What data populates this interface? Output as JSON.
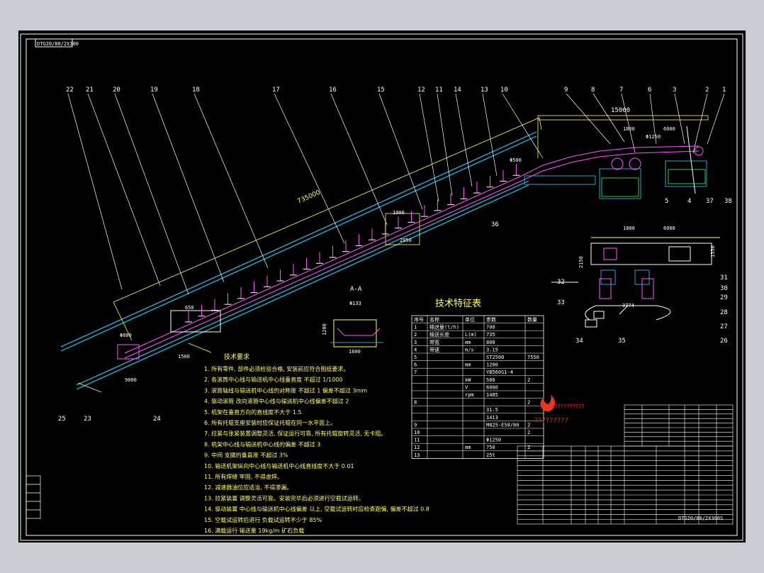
{
  "drawing_code_top": "DTGZ0/80/2X300",
  "balloon_numbers_top": [
    "22",
    "21",
    "20",
    "19",
    "18",
    "17",
    "16",
    "15",
    "12",
    "11",
    "14",
    "13",
    "10",
    "9",
    "8",
    "7",
    "6",
    "3",
    "2",
    "1"
  ],
  "balloon_numbers_right": [
    "5",
    "4",
    "37",
    "38",
    "32",
    "33",
    "34",
    "35",
    "31",
    "30",
    "29",
    "28",
    "27",
    "26"
  ],
  "balloon_numbers_left": [
    "25",
    "23",
    "24",
    "36"
  ],
  "dimensions": {
    "total_length": "735000",
    "head_span": "15000",
    "head_1800": "1800",
    "head_6000": "6000",
    "dia_1250": "Φ1250",
    "dia_500": "Φ500",
    "dia_800": "Φ800",
    "dim_1000": "1000",
    "dim_2050": "2050",
    "dim_1500": "1500",
    "dim_9000": "9000",
    "dim_650": "650",
    "plan_1800": "1800",
    "plan_6000": "6000",
    "plan_3774": "3774",
    "plan_2150": "2150",
    "plan_1550": "1550"
  },
  "section_view": {
    "title": "A-A",
    "dim_top": "Φ133",
    "dim_side": "1200",
    "dim_bottom": "1600"
  },
  "tech_table": {
    "title": "技术特征表",
    "headers": [
      "序号",
      "名称",
      "单位",
      "参数",
      "数量"
    ],
    "rows": [
      [
        "1",
        "输送量(t/h)",
        "",
        "700",
        ""
      ],
      [
        "2",
        "输送长度",
        "L(m)",
        "735",
        ""
      ],
      [
        "3",
        "带宽",
        "mm",
        "800",
        ""
      ],
      [
        "4",
        "带速",
        "m/s",
        "3.15",
        ""
      ],
      [
        "5",
        "",
        "",
        "ST2500",
        "7550"
      ],
      [
        "6",
        "",
        "mm",
        "1200",
        ""
      ],
      [
        "7",
        "",
        "",
        "YB560S1-4",
        ""
      ],
      [
        "",
        "",
        "kW",
        "500",
        "2"
      ],
      [
        "",
        "",
        "V",
        "6000",
        ""
      ],
      [
        "",
        "",
        "rpm",
        "1485",
        ""
      ],
      [
        "8",
        "",
        "",
        "",
        "2"
      ],
      [
        "",
        "",
        "",
        "31.5",
        ""
      ],
      [
        "",
        "",
        "",
        "1413",
        ""
      ],
      [
        "9",
        "",
        "",
        "M825-E58/80",
        "2"
      ],
      [
        "10",
        "",
        "",
        "",
        "2"
      ],
      [
        "11",
        "",
        "",
        "Φ1250",
        ""
      ],
      [
        "12",
        "",
        "mm",
        "750",
        "2"
      ],
      [
        "13",
        "",
        "",
        "25t",
        ""
      ]
    ]
  },
  "title_block_code": "DTG20/80/2X300S",
  "stamp_text_1": "???????????",
  "stamp_text_2": "?????????",
  "requirements": {
    "title": "技术要求",
    "items": [
      "1. 所有零件, 部件必须检验合格, 安装前应符合图纸要求。",
      "2. 各滚筒中心线与输送机中心线垂直度 不超过 1/1000",
      "3. 滚筒轴线与输送机中心线的对称度 不超过 1 偏差不超过 3mm",
      "4. 驱动滚筒 改向滚筒中心线与输送机中心线偏差不超过 2",
      "5. 机架在垂直方向的直线度不大于 1.5",
      "6. 所有托辊支座安装时应保证托辊在同一水平面上。",
      "7. 拉紧与张紧装置调整灵活, 保证运行可靠, 所有托辊旋转灵活, 无卡阻。",
      "8. 机架中心线与输送机中心线的偏差 不超过 3",
      "9. 中间 支腿的垂直度 不超过 3%",
      "10. 输送机架纵向中心线与输送机中心线直线度不大于 0.01",
      "11. 所有焊缝 牢固, 不得虚焊。",
      "12. 减速器油位应适当, 不得渗漏。",
      "13. 拉紧装置 调整灵活可靠。安装完毕后必须进行空载试运转。",
      "14. 驱动装置 中心线与输送机中心线偏差 以上, 空载试运转时应检查跑偏, 偏差不超过 0.8",
      "15. 空载试运转后进行 负载试运转不少于 85%",
      "16. 满载运行 输送量 19kg/m 矿石负载"
    ]
  },
  "colors": {
    "background": "#000000",
    "frame": "#ffffff",
    "belt": "#29a3c8",
    "structure": "#ff55ff",
    "dimension": "#ffff66",
    "annotation": "#ffffff",
    "foundation": "#29a3c8",
    "green": "#33cc33",
    "red": "#ee2222"
  }
}
